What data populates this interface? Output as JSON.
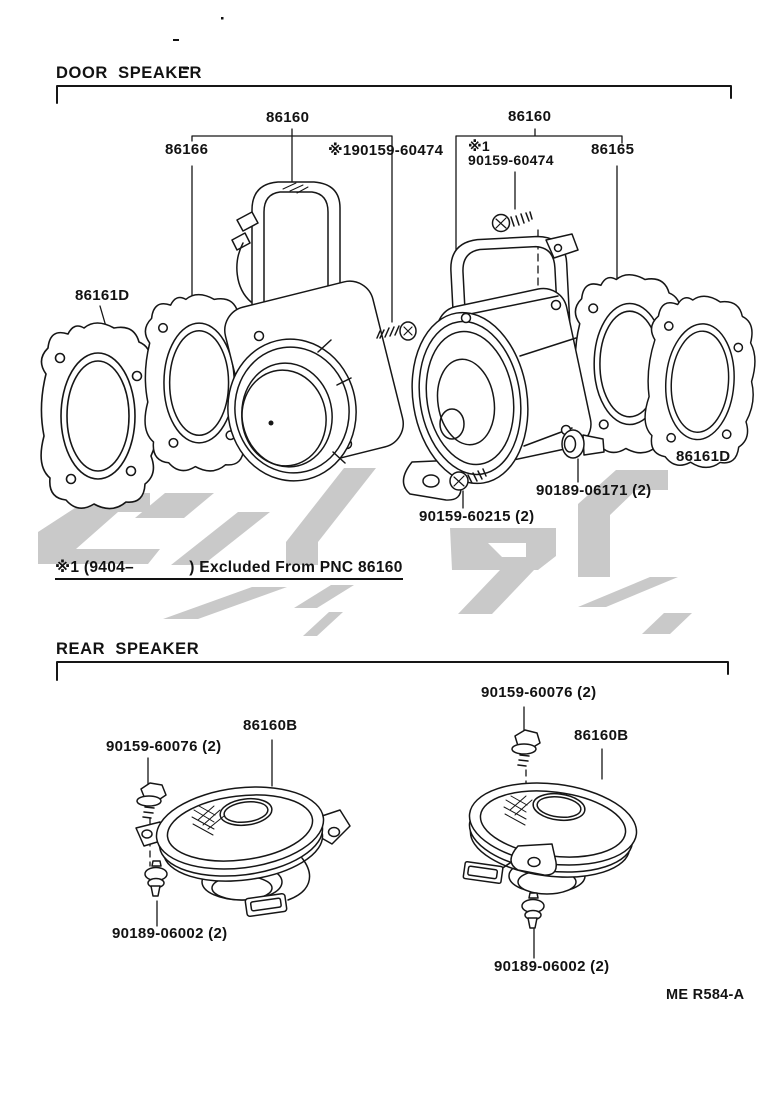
{
  "door_speaker": {
    "title": "DOOR SPEAKER",
    "pnc_left": "86160",
    "pnc_right": "86160",
    "retainer_left": "86166",
    "screw_left": "※190159-60474",
    "screw_right_line1": "※1",
    "screw_right_line2": "90159-60474",
    "retainer_right": "86165",
    "bracket_left": "86161D",
    "bracket_right": "86161D",
    "grommet": "90189-06171 (2)",
    "tapping_screw": "90159-60215 (2)",
    "note": "※1 (9404–            ) Excluded From PNC 86160"
  },
  "rear_speaker": {
    "title": "REAR SPEAKER",
    "left": {
      "screw": "90159-60076 (2)",
      "pnc": "86160B",
      "clip": "90189-06002 (2)"
    },
    "right": {
      "screw": "90159-60076 (2)",
      "pnc": "86160B",
      "clip": "90189-06002 (2)"
    }
  },
  "footer": {
    "code": "ME R584-A"
  },
  "colors": {
    "ink": "#161616",
    "watermark": "#c9c9c9"
  }
}
